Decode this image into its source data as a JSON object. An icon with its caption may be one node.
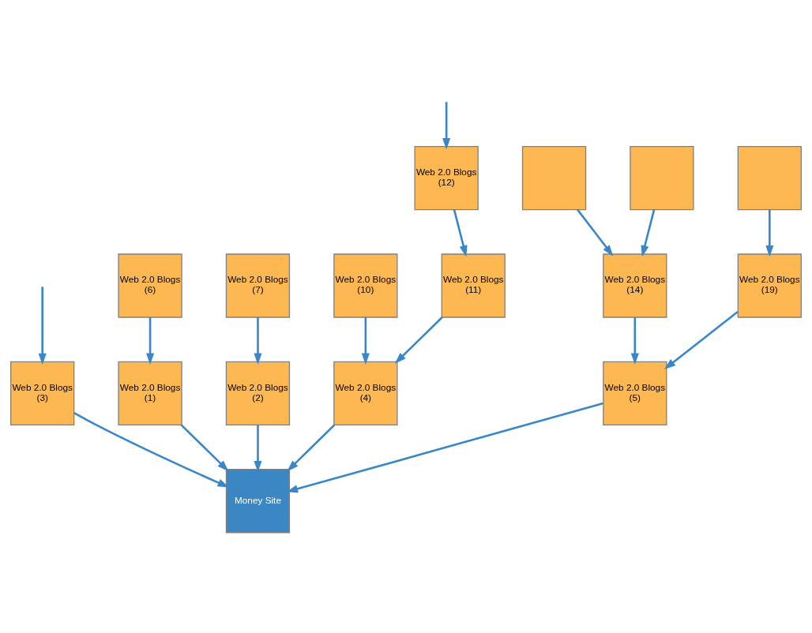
{
  "diagram": {
    "nodes": [
      {
        "text": [
          "Money Site"
        ]
      },
      {
        "text": [
          "Web 2.0 Blogs (3)"
        ]
      },
      {
        "text": [
          "Web 2.0 Blogs (6)"
        ]
      },
      {
        "text": [
          "Web 2.0 Blogs (1)"
        ]
      },
      {
        "text": [
          "Web 2.0 Blogs (2)"
        ]
      },
      {
        "text": [
          "Web 2.0 Blogs (7)"
        ]
      },
      {
        "text": [
          "Web 2.0 Blogs (10)"
        ]
      },
      {
        "text": [
          "Web 2.0 Blogs (4)"
        ]
      },
      {
        "text": [
          "Web 2.0 Blogs (5)"
        ]
      },
      {
        "text": [
          "Web 2.0 Blogs (14)"
        ]
      },
      {
        "text": [
          "Web 2.0 Blogs (19)"
        ]
      },
      {
        "text": [
          "Web 2.0 Blogs (12)"
        ]
      },
      {
        "text": [
          "Web 2.0 Blogs (11)"
        ]
      },
      {
        "text": [],
        "shape": "box"
      },
      {
        "text": [],
        "shape": "box"
      },
      {
        "text": [],
        "shape": "box"
      }
    ],
    "edges": [
      {
        "from": null,
        "to": 1,
        "arrow": "to"
      },
      {
        "from": 1,
        "to": 0,
        "arrow": "to"
      },
      {
        "from": 2,
        "to": 3,
        "arrow": "to"
      },
      {
        "from": 3,
        "to": 0,
        "arrow": "to"
      },
      {
        "from": 5,
        "to": 4,
        "arrow": "to"
      },
      {
        "from": 4,
        "to": 0,
        "arrow": "to"
      },
      {
        "from": 6,
        "to": 7,
        "arrow": "to"
      },
      {
        "from": 7,
        "to": 0,
        "arrow": "to"
      },
      {
        "from": 8,
        "to": 0,
        "arrow": "to"
      },
      {
        "from": 9,
        "to": 8,
        "arrow": "to"
      },
      {
        "from": 10,
        "to": 8,
        "arrow": "to"
      },
      {
        "from": 13,
        "to": 9,
        "arrow": "to"
      },
      {
        "from": 14,
        "to": 9,
        "arrow": "to"
      },
      {
        "from": 15,
        "to": 10,
        "arrow": "to"
      },
      {
        "from": null,
        "to": 11,
        "arrow": "to"
      },
      {
        "from": 11,
        "to": 12,
        "arrow": "to"
      },
      {
        "from": 12,
        "to": 7,
        "arrow": "to"
      }
    ]
  }
}
